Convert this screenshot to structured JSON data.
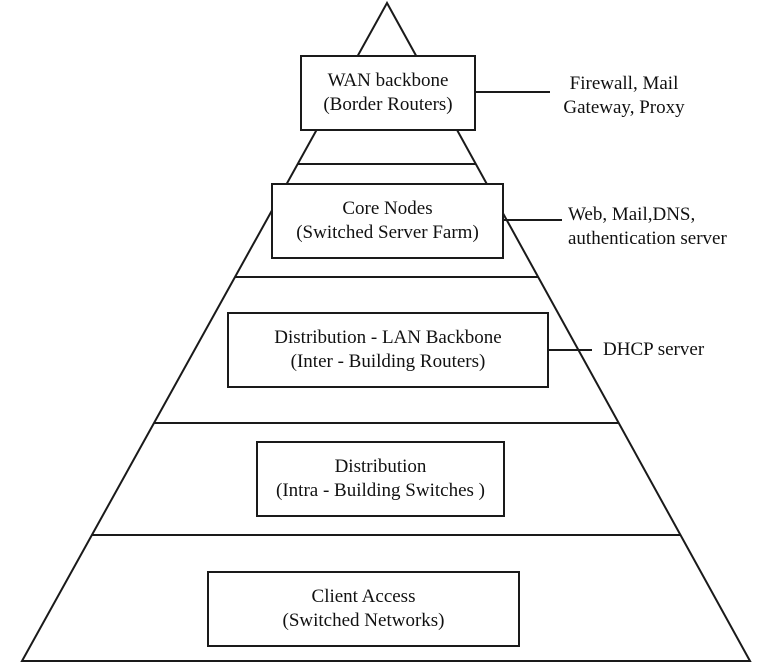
{
  "diagram": {
    "kind": "pyramid-hierarchy",
    "colors": {
      "line": "#1a1a1a",
      "background": "#ffffff",
      "text": "#111111"
    },
    "levels": [
      {
        "box_line1": "WAN backbone",
        "box_line2": "(Border Routers)",
        "annotation_line1": "Firewall, Mail",
        "annotation_line2": "Gateway, Proxy"
      },
      {
        "box_line1": "Core Nodes",
        "box_line2": "(Switched Server Farm)",
        "annotation_line1": "Web, Mail,DNS,",
        "annotation_line2": "authentication server"
      },
      {
        "box_line1": "Distribution - LAN Backbone",
        "box_line2": "(Inter - Building Routers)",
        "annotation_line1": "DHCP server",
        "annotation_line2": ""
      },
      {
        "box_line1": "Distribution",
        "box_line2": "(Intra - Building Switches )"
      },
      {
        "box_line1": "Client Access",
        "box_line2": "(Switched Networks)"
      }
    ]
  }
}
